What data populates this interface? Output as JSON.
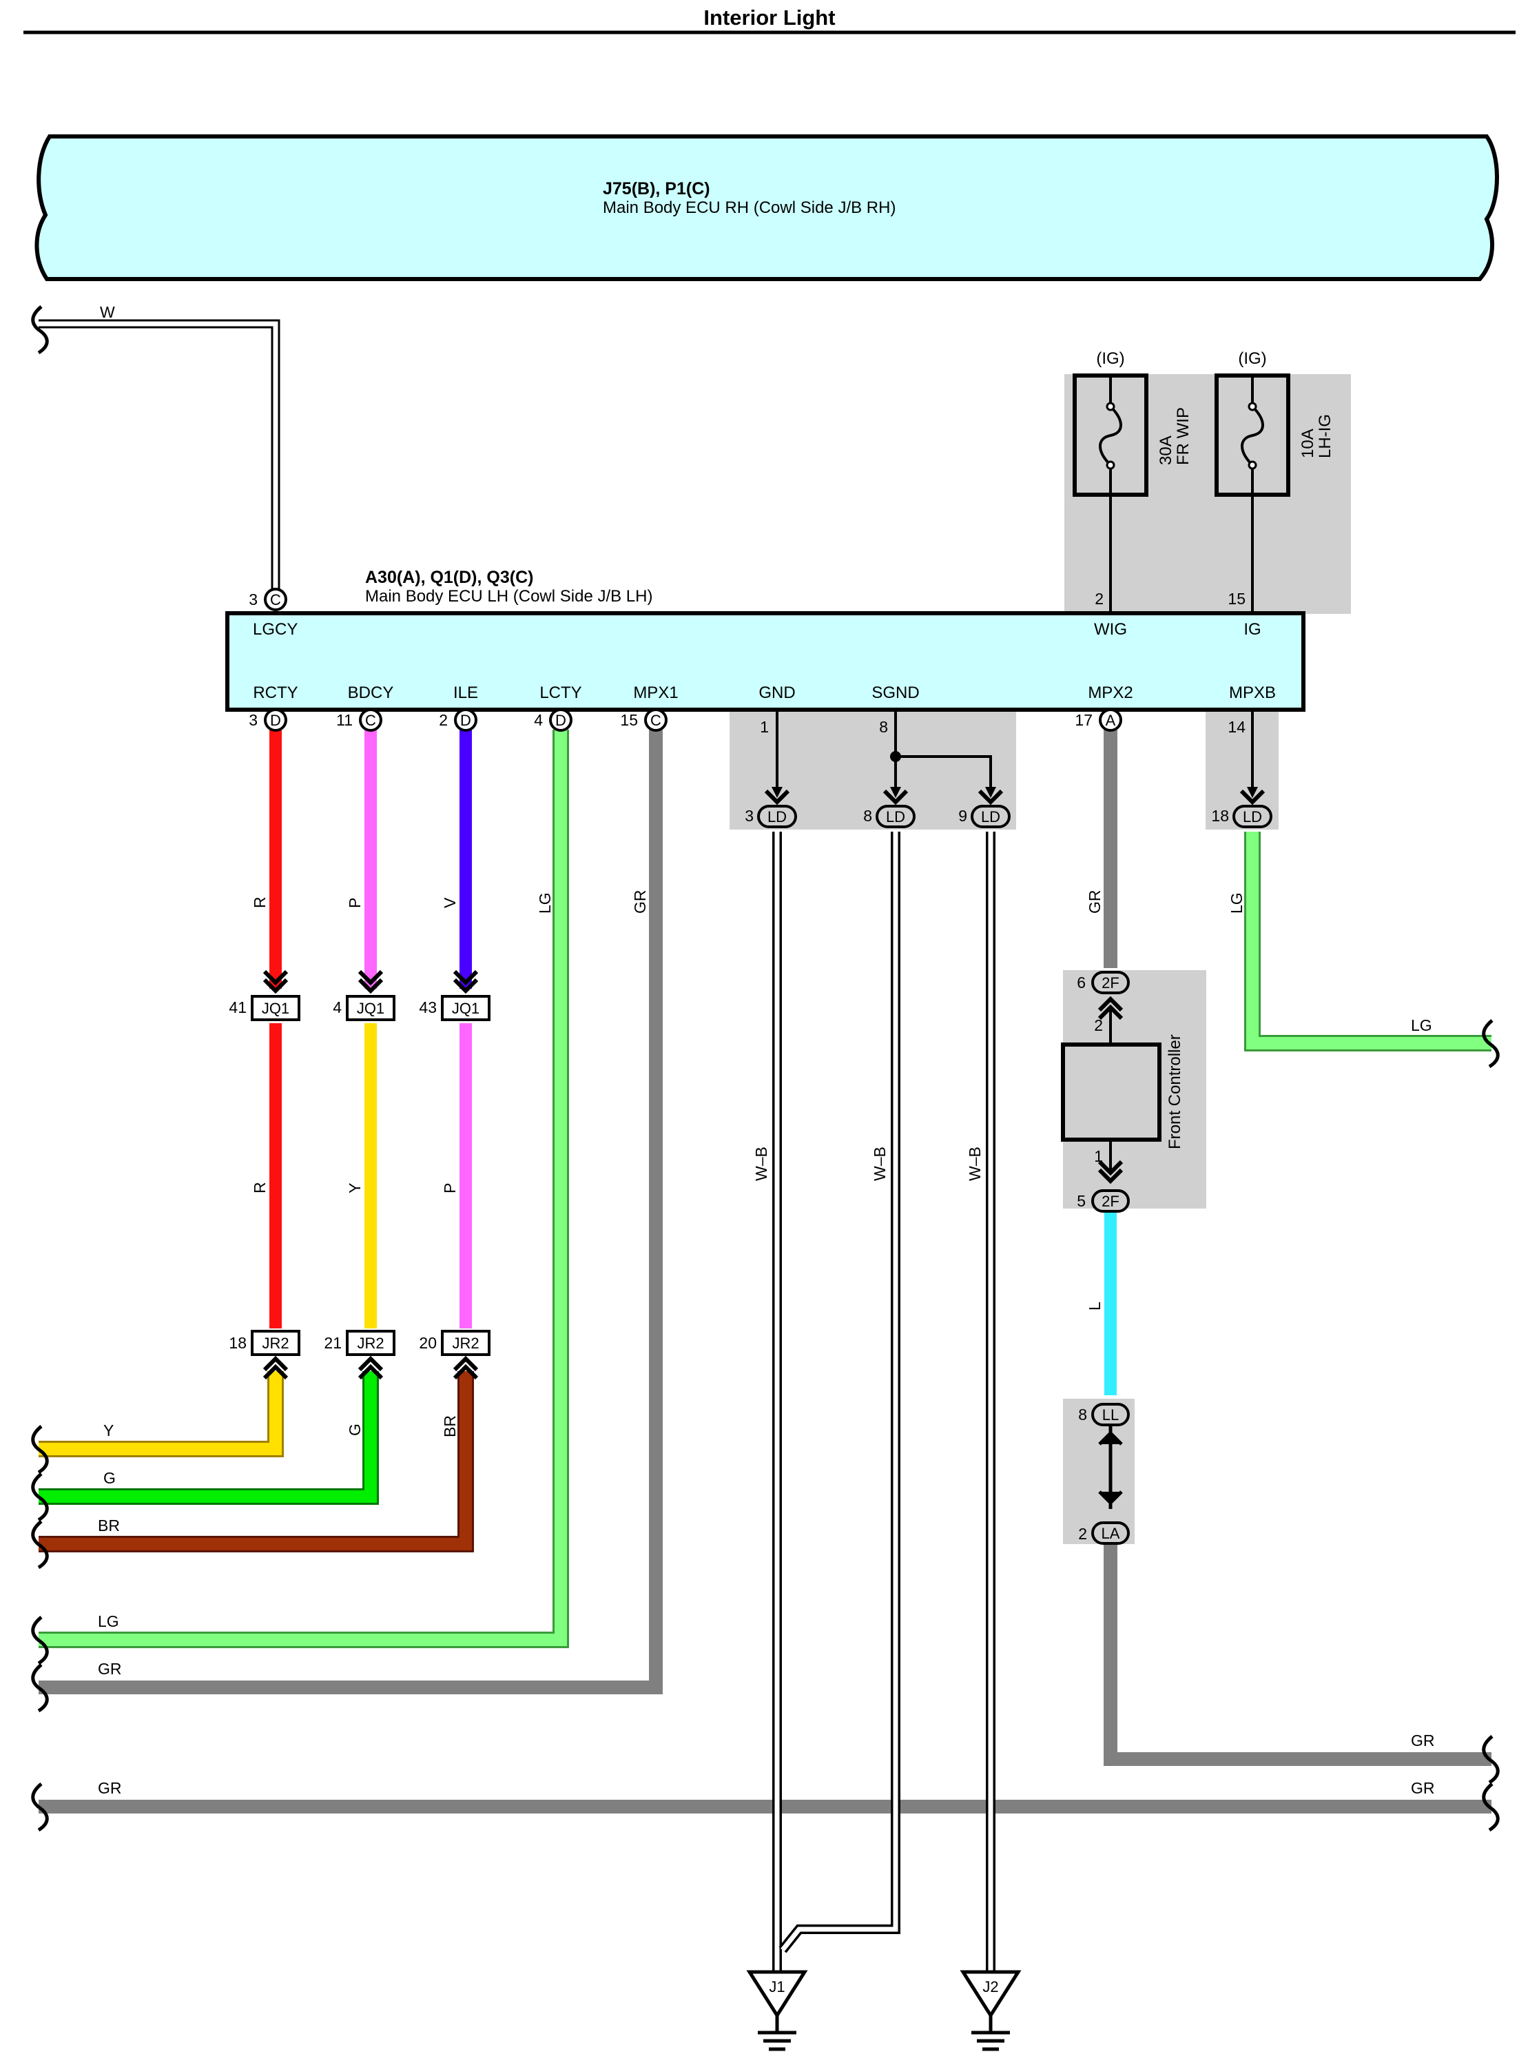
{
  "title": "Interior Light",
  "colors": {
    "ecu_fill": "#ccffff",
    "shade": "#d0d0d0",
    "R": "#ff1010",
    "P": "#ff66ff",
    "V": "#4a00ff",
    "LG": "#80ff80",
    "GR": "#808080",
    "Y": "#ffe000",
    "G": "#00ee00",
    "BR": "#a03008",
    "L": "#33eeff",
    "W": "#ffffff",
    "WB": "#ffffff"
  },
  "ecu_rh": {
    "connectors": "J75(B), P1(C)",
    "name": "Main Body ECU RH (Cowl Side J/B RH)"
  },
  "ecu_lh": {
    "connectors": "A30(A), Q1(D), Q3(C)",
    "name": "Main Body ECU LH (Cowl Side J/B LH)",
    "top_terminal": {
      "label": "LGCY",
      "pin": "3",
      "conn": "C"
    },
    "terminals": [
      {
        "label": "RCTY",
        "pin": "3",
        "conn": "D"
      },
      {
        "label": "BDCY",
        "pin": "11",
        "conn": "C"
      },
      {
        "label": "ILE",
        "pin": "2",
        "conn": "D"
      },
      {
        "label": "LCTY",
        "pin": "4",
        "conn": "D"
      },
      {
        "label": "MPX1",
        "pin": "15",
        "conn": "C"
      },
      {
        "label": "GND",
        "pin": "1"
      },
      {
        "label": "SGND",
        "pin": "8"
      },
      {
        "label": "WIG",
        "pin": "2"
      },
      {
        "label": "IG",
        "pin": "15"
      },
      {
        "label": "MPX2",
        "pin": "17",
        "conn": "A"
      },
      {
        "label": "MPXB",
        "pin": "14"
      }
    ]
  },
  "fuses": [
    {
      "source": "(IG)",
      "rating": "30A",
      "name": "FR WIP"
    },
    {
      "source": "(IG)",
      "rating": "10A",
      "name": "LH-IG"
    }
  ],
  "connectors": {
    "jq1": [
      {
        "pin": "41",
        "id": "JQ1"
      },
      {
        "pin": "4",
        "id": "JQ1"
      },
      {
        "pin": "43",
        "id": "JQ1"
      }
    ],
    "jr2": [
      {
        "pin": "18",
        "id": "JR2"
      },
      {
        "pin": "21",
        "id": "JR2"
      },
      {
        "pin": "20",
        "id": "JR2"
      }
    ],
    "ld": [
      {
        "pin": "3",
        "id": "LD"
      },
      {
        "pin": "8",
        "id": "LD"
      },
      {
        "pin": "9",
        "id": "LD"
      },
      {
        "pin": "18",
        "id": "LD"
      }
    ],
    "front_top": {
      "pin": "6",
      "id": "2F"
    },
    "front_bottom": {
      "pin": "5",
      "id": "2F"
    },
    "ll": {
      "pin": "8",
      "id": "LL"
    },
    "la": {
      "pin": "2",
      "id": "LA"
    }
  },
  "front_controller": {
    "name": "Front Controller",
    "pin_top": "2",
    "pin_bottom": "1"
  },
  "wire_labels": {
    "w": "W",
    "r1": "R",
    "p1": "P",
    "v1": "V",
    "lg1": "LG",
    "gr1": "GR",
    "r2": "R",
    "y2": "Y",
    "p2": "P",
    "g3": "G",
    "br3": "BR",
    "wb1": "W–B",
    "wb2": "W–B",
    "wb3": "W–B",
    "gr_mpx2": "GR",
    "lg_mpxb": "LG",
    "lg_right": "LG",
    "l": "L",
    "y_left": "Y",
    "g_left": "G",
    "br_left": "BR",
    "lg_left": "LG",
    "gr_left": "GR",
    "gr_right1": "GR",
    "gr_left2": "GR",
    "gr_right2": "GR"
  },
  "grounds": [
    {
      "id": "J1"
    },
    {
      "id": "J2"
    }
  ]
}
